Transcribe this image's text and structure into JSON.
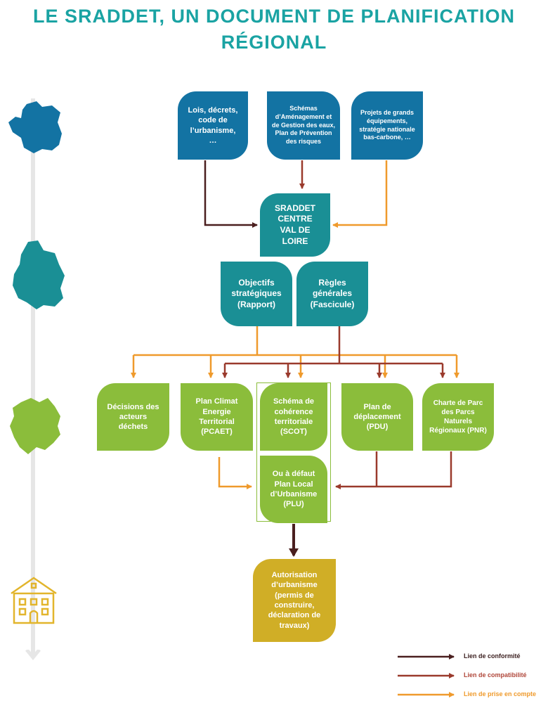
{
  "header": {
    "title_line1": "LE SRADDET, UN DOCUMENT DE PLANIFICATION",
    "title_line2": "RÉGIONAL"
  },
  "national": {
    "laws": "Lois, décrets, code de l’urbanisme, …",
    "schemes": "Schémas d’Aménagement et de Gestion des eaux, Plan de Prévention des risques",
    "projects": "Projets de grands équipements, stratégie nationale bas-carbone, …"
  },
  "regional": {
    "sraddet": "SRADDET CENTRE VAL DE LOIRE",
    "objectives": "Objectifs stratégiques (Rapport)",
    "rules": "Règles générales (Fascicule)"
  },
  "local": {
    "waste": "Décisions des acteurs déchets",
    "pcaet": "Plan Climat Energie Territorial (PCAET)",
    "scot": "Schéma de cohérence territoriale (SCOT)",
    "pdu": "Plan de déplacement (PDU)",
    "pnr": "Charte de Parc des Parcs Naturels Régionaux (PNR)",
    "plu": "Ou à défaut Plan Local d’Urbanisme (PLU)"
  },
  "building": {
    "permit": "Autorisation d’urbanisme (permis de construire, déclaration de travaux)"
  },
  "legend": {
    "conformity": "Lien de conformité",
    "compatibility": "Lien de compatibilité",
    "consideration": "Lien de prise en compte"
  },
  "colors": {
    "title": "#1aa3a3",
    "national_blue": "#1373a3",
    "regional_teal": "#1a8f95",
    "local_green": "#8bbd3b",
    "building_yellow": "#d0ae26",
    "conformity": "#4a1f1f",
    "compatibility": "#9a3a2c",
    "consideration": "#ef9a2c"
  },
  "icons": [
    "france-map-icon",
    "centre-val-de-loire-map-icon",
    "local-territory-map-icon",
    "town-hall-icon"
  ]
}
